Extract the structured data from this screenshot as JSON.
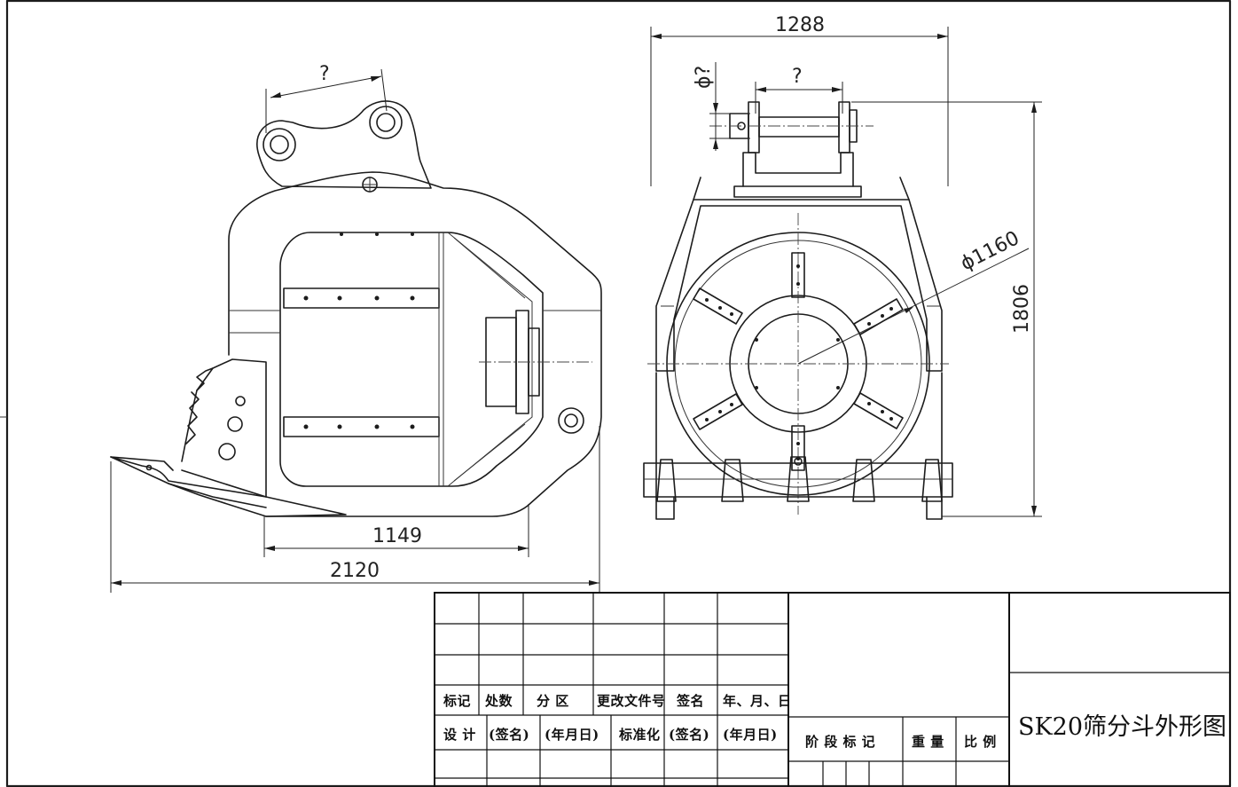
{
  "drawing": {
    "title": "SK20筛分斗外形图",
    "dimensions": {
      "side_pin_spacing": "?",
      "side_inner_length": "1149",
      "side_overall_length": "2120",
      "front_overall_width": "1288",
      "front_pin_length": "?",
      "front_pin_diameter": "ϕ?",
      "front_drum_diameter": "ϕ1160",
      "front_overall_height": "1806"
    },
    "title_block": {
      "row_headers": [
        "标记",
        "处数",
        "分  区",
        "更改文件号",
        "签名",
        "年、月、日"
      ],
      "approval_row": [
        "设  计",
        "(签名)",
        "(年月日)",
        "标准化",
        "(签名)",
        "(年月日)"
      ],
      "stage_labels": [
        "阶  段  标  记",
        "重  量",
        "比  例"
      ]
    }
  },
  "colors": {
    "line": "#1c1c1c",
    "background": "#ffffff"
  }
}
